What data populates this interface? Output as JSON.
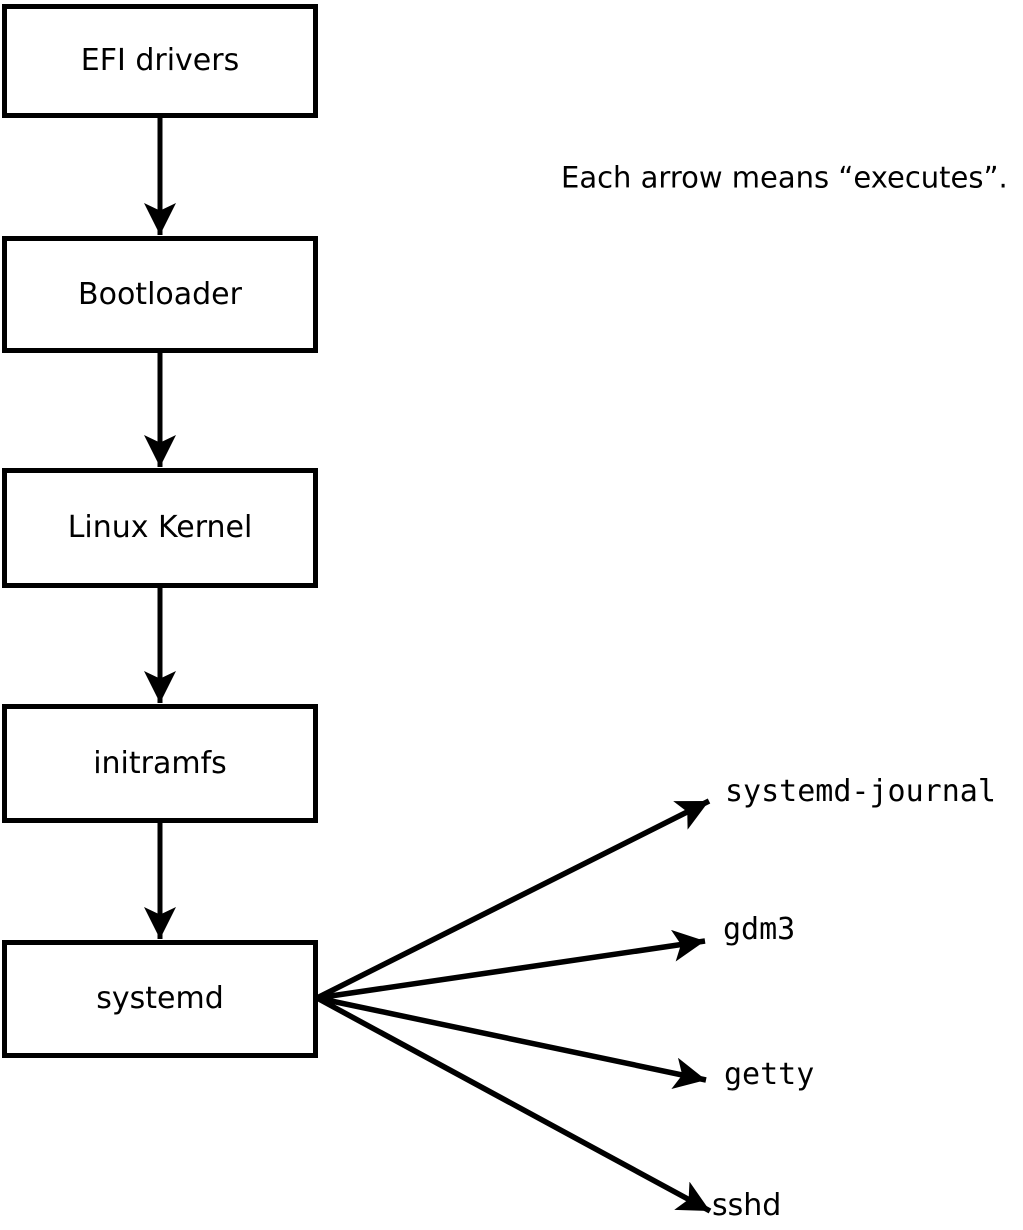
{
  "note": {
    "text": "Each arrow means “executes”."
  },
  "colors": {
    "stroke": "#000000",
    "background": "#ffffff"
  },
  "chain": [
    {
      "id": "efi-drivers",
      "label": "EFI drivers"
    },
    {
      "id": "bootloader",
      "label": "Bootloader"
    },
    {
      "id": "linux-kernel",
      "label": "Linux Kernel"
    },
    {
      "id": "initramfs",
      "label": "initramfs"
    },
    {
      "id": "systemd",
      "label": "systemd"
    }
  ],
  "spawned": [
    {
      "label": "systemd-journal"
    },
    {
      "label": "gdm3"
    },
    {
      "label": "getty"
    },
    {
      "label": "sshd"
    }
  ],
  "edges": [
    {
      "from": "EFI drivers",
      "to": "Bootloader",
      "meaning": "executes"
    },
    {
      "from": "Bootloader",
      "to": "Linux Kernel",
      "meaning": "executes"
    },
    {
      "from": "Linux Kernel",
      "to": "initramfs",
      "meaning": "executes"
    },
    {
      "from": "initramfs",
      "to": "systemd",
      "meaning": "executes"
    },
    {
      "from": "systemd",
      "to": "systemd-journal",
      "meaning": "executes"
    },
    {
      "from": "systemd",
      "to": "gdm3",
      "meaning": "executes"
    },
    {
      "from": "systemd",
      "to": "getty",
      "meaning": "executes"
    },
    {
      "from": "systemd",
      "to": "sshd",
      "meaning": "executes"
    }
  ]
}
